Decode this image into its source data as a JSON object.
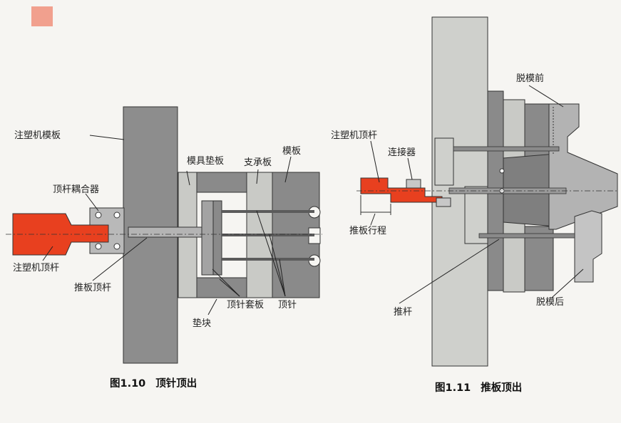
{
  "corner_marker_color": "#f1a08e",
  "colors": {
    "plate_dark": "#8a8a8a",
    "plate_mid": "#a9a9a9",
    "plate_light": "#cfd0cc",
    "ejector_red": "#e8401f"
  },
  "fig1": {
    "caption_num": "图1.10",
    "caption_text": "顶针顶出",
    "labels": {
      "platen": "注塑机模板",
      "coupler": "顶杆耦合器",
      "machine_rod": "注塑机顶杆",
      "plate_rod": "推板顶杆",
      "mold_base_plate": "模具垫板",
      "support_plate": "支承板",
      "mold_plate": "模板",
      "spacer_block": "垫块",
      "pin_retainer": "顶针套板",
      "ejector_pin": "顶针"
    }
  },
  "fig2": {
    "caption_num": "图1.11",
    "caption_text": "推板顶出",
    "labels": {
      "machine_rod": "注塑机顶杆",
      "connector": "连接器",
      "stroke": "推板行程",
      "push_rod": "推杆",
      "before": "脱模前",
      "after": "脱模后"
    }
  }
}
